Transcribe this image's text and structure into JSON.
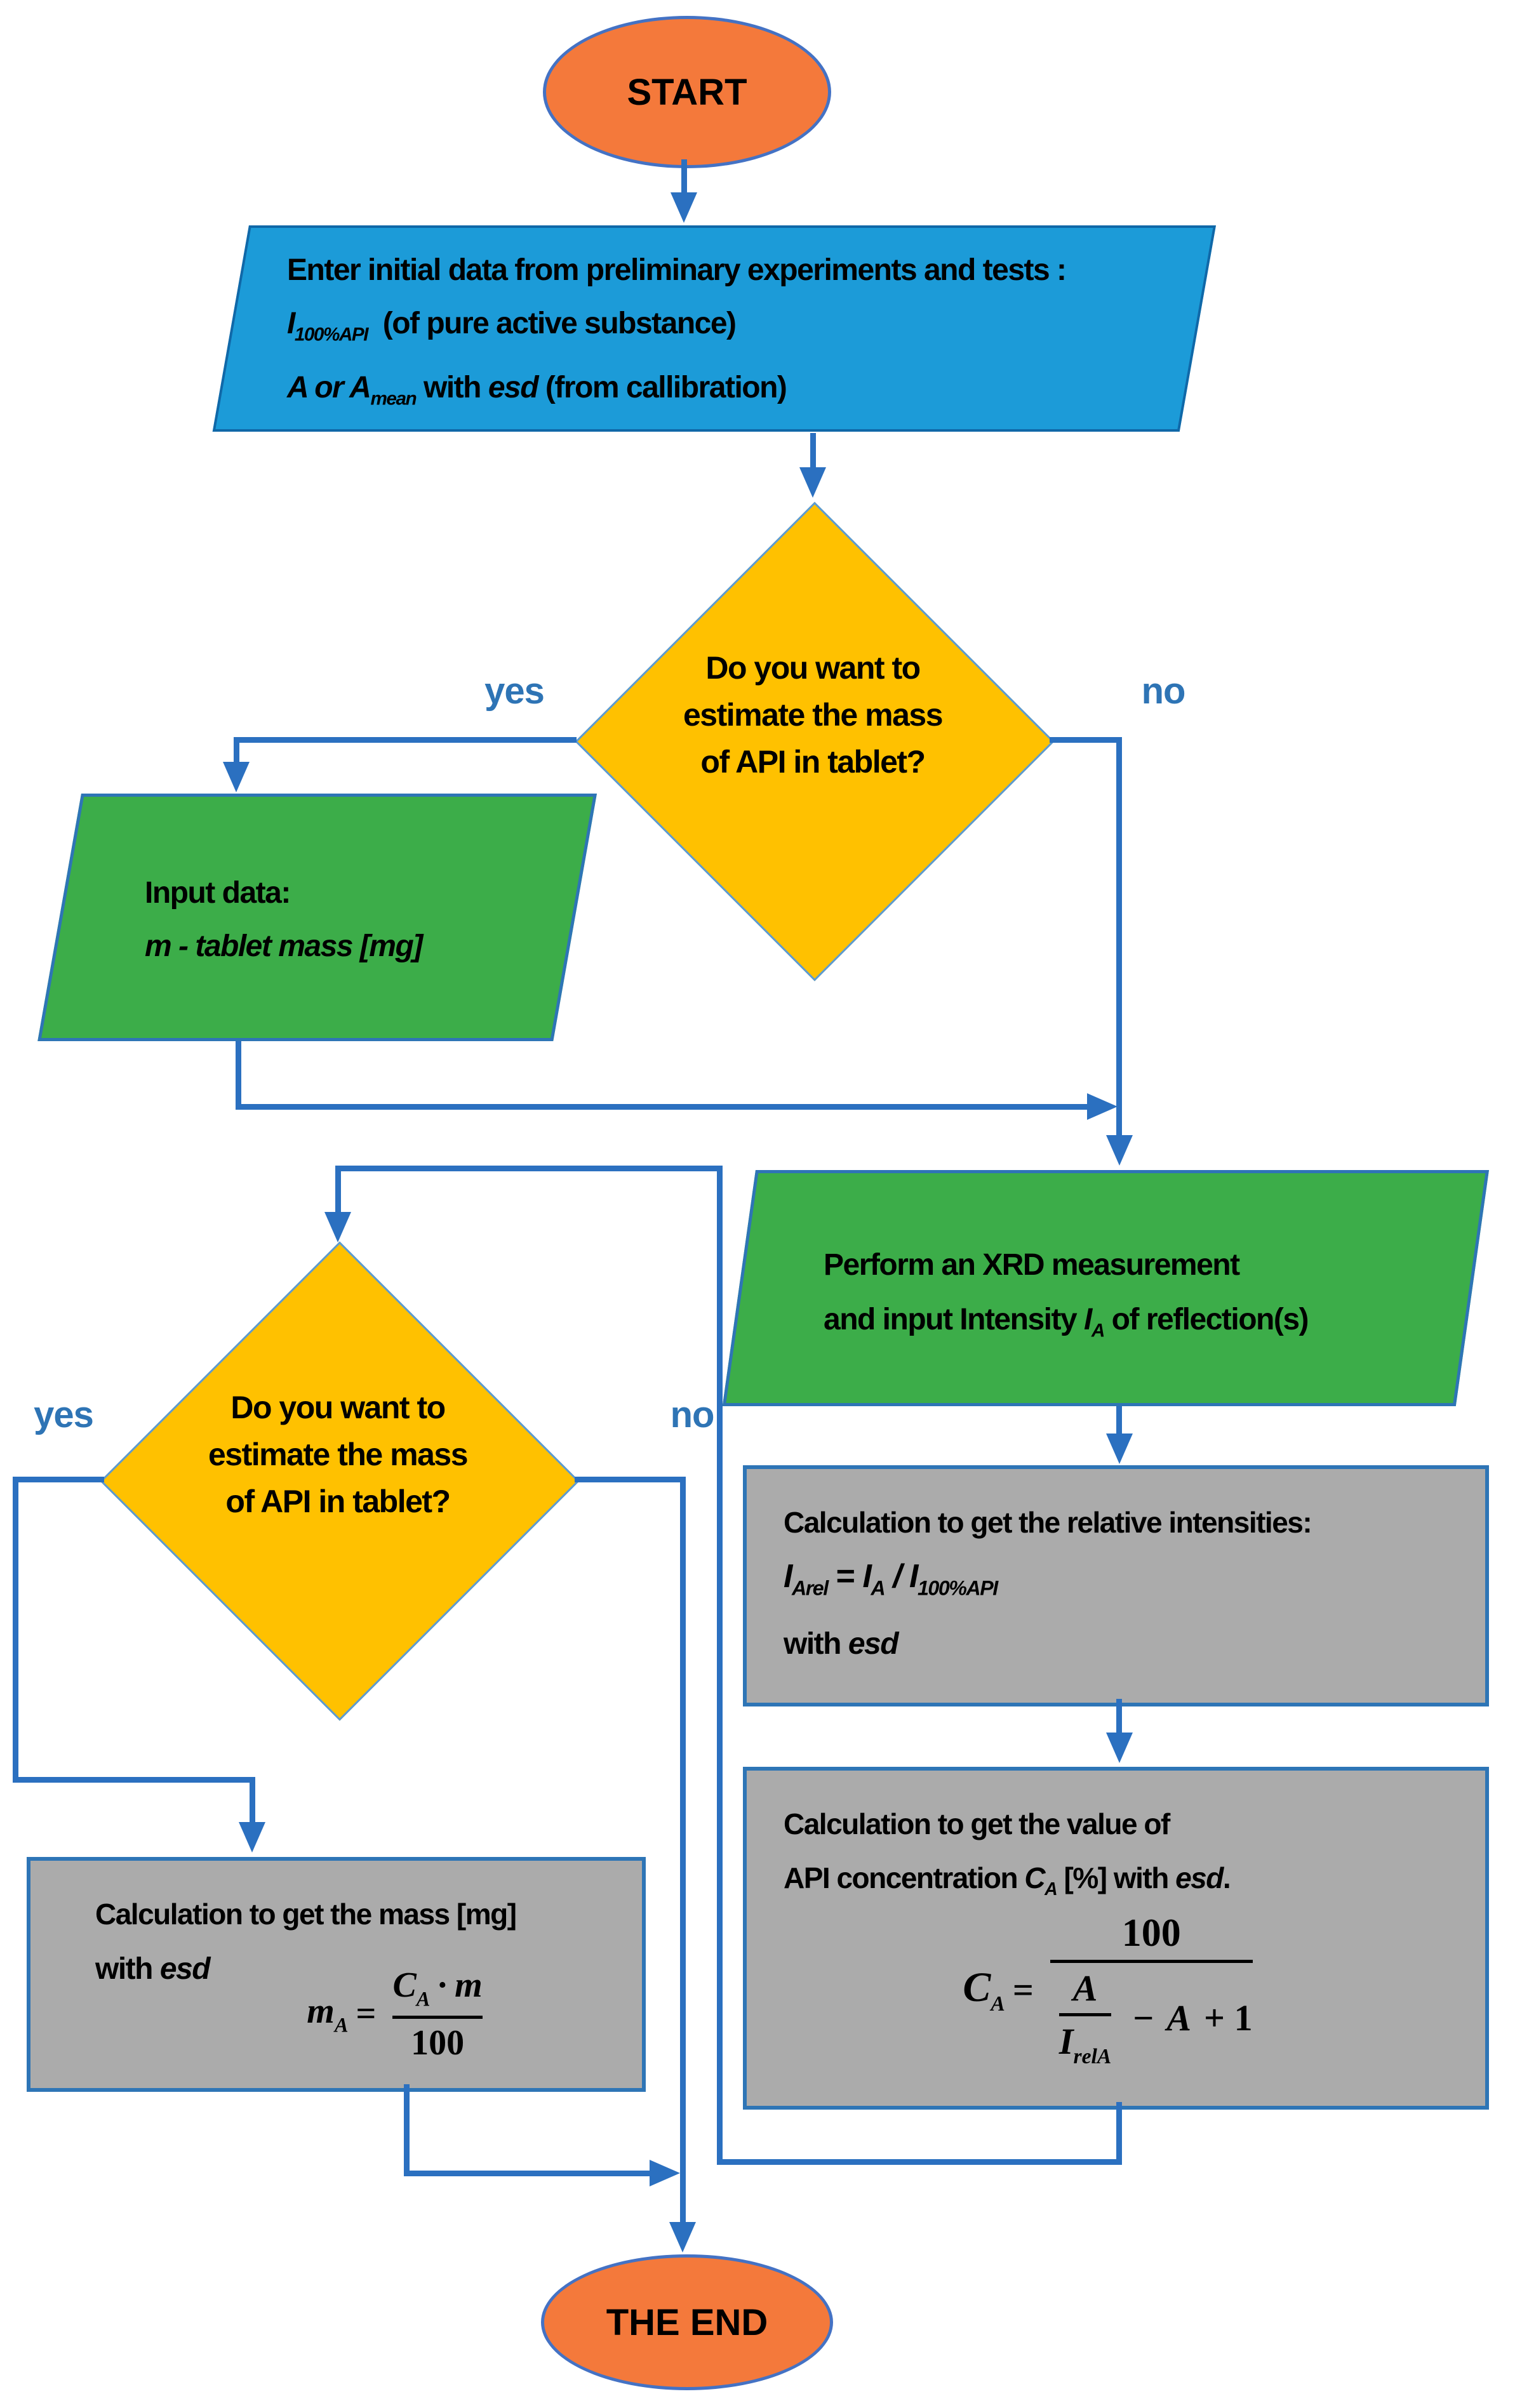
{
  "colors": {
    "line": "#2B70C0",
    "terminal_orange": "#F4793B",
    "process_azure": "#1C9BD8",
    "decision_yellow": "#FFC100",
    "io_green": "#3CAD49",
    "calc_gray": "#ABABAB",
    "branch_label_blue": "#2E74B5"
  },
  "start": {
    "label": "START"
  },
  "init": {
    "l1": "Enter initial data from preliminary experiments and tests :",
    "l2_i": "I",
    "l2_sub": "100%API",
    "l2_rest": "  (of pure active substance)",
    "l3_a1": "A",
    "l3_or": " or ",
    "l3_a2": "A",
    "l3_sub": "mean",
    "l3_with": " with ",
    "l3_esd": "esd",
    "l3_rest": " (from callibration)"
  },
  "decision": {
    "l1": "Do you want to",
    "l2": "estimate the mass",
    "l3": "of API in tablet?"
  },
  "branch": {
    "yes1": "yes",
    "no1": "no",
    "yes2": "yes",
    "no2": "no"
  },
  "input": {
    "l1": "Input data:",
    "l2": "m - tablet mass [mg]"
  },
  "xrd": {
    "l1": "Perform an XRD measurement",
    "l2a": "and input Intensity ",
    "l2b": "I",
    "l2c": "A",
    "l2d": " of reflection(s)"
  },
  "calcRel": {
    "t1": "Calculation to get the relative intensities:",
    "f_i1": "I",
    "f_s1": "Arel",
    "f_eq": " = ",
    "f_i2": "I",
    "f_s2": "A",
    "f_sl": " / ",
    "f_i3": "I",
    "f_s3": "100%API",
    "t2a": "with ",
    "t2b": "esd"
  },
  "calcCa": {
    "t1": "Calculation to get the value of",
    "t2a": "API concentration ",
    "t2b": "C",
    "t2c": "A",
    "t2d": " [%] with ",
    "t2e": "esd",
    "t2f": ".",
    "lhs": "C",
    "lhsSub": "A",
    "eq": "=",
    "num": "100",
    "denA": "A",
    "denI": "I",
    "denISub": "relA",
    "minus": "−",
    "a2": "A",
    "plus": "+ 1"
  },
  "calcMass": {
    "t1": "Calculation to get the mass [mg]",
    "t2a": "with ",
    "t2b": "esd",
    "m": "m",
    "mSub": "A",
    "eq": "=",
    "numC": "C",
    "numCSub": "A",
    "dot": "·",
    "numM": "m",
    "den": "100"
  },
  "end": {
    "label": "THE END"
  }
}
